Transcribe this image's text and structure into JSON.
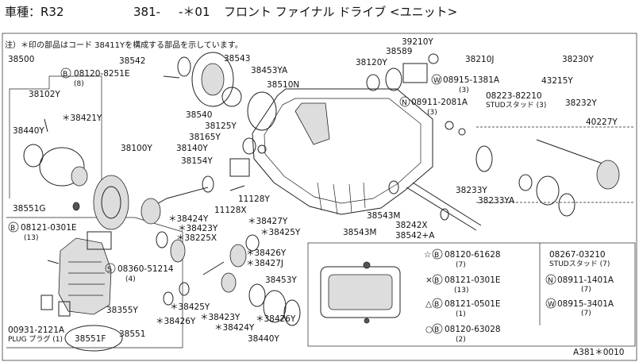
{
  "header": {
    "model_label": "車種：R32",
    "series": "381-",
    "variant": "-＊01",
    "assembly_title": "フロント ファイナル ドライブ <ユニット>"
  },
  "note": "注）＊印の部品はコード 38411Yを構成する部品を示しています。",
  "figure_code": "A381＊0010",
  "callouts": {
    "c38500": "38500",
    "c38542": "38542",
    "c38543": "38543",
    "c38453ya": "38453YA",
    "c08120_8251e": "08120-8251E",
    "c08120_8251e_qty": "(8)",
    "c38510n": "38510N",
    "c38540": "38540",
    "c38102y": "38102Y",
    "c38421y": "＊38421Y",
    "c38440y_a": "38440Y",
    "c38125y": "38125Y",
    "c38165y": "38165Y",
    "c38140y": "38140Y",
    "c38100y": "38100Y",
    "c38154y": "38154Y",
    "c11128y": "11128Y",
    "c11128x": "11128X",
    "c38551g": "38551G",
    "c38424y_a": "＊38424Y",
    "c38427y": "＊38427Y",
    "c38423y_a": "＊38423Y",
    "c38425y_a": "＊38425Y",
    "c38225x": "＊38225X",
    "c08121_0301e": "08121-0301E",
    "c08121_0301e_qty": "(13)",
    "c08360_51214": "08360-51214",
    "c08360_qty": "(4)",
    "c38426y_a": "＊38426Y",
    "c38427j": "＊38427J",
    "c38453y": "38453Y",
    "c38426y_b": "＊38426Y",
    "c38355y": "38355Y",
    "c38425y_b": "＊38425Y",
    "c38423y_b": "＊38423Y",
    "c38424y_b": "＊38424Y",
    "c38440y_b": "38440Y",
    "c00931": "00931-2121A",
    "c38551": "38551",
    "plug": "PLUG プラグ (1)",
    "c38551f": "38551F",
    "c38210y": "39210Y",
    "c38589": "38589",
    "c38210j": "38210J",
    "c38120y": "38120Y",
    "c08915_1381a": "08915-1381A",
    "c08915_1381a_qty": "(3)",
    "c08911_2081a": "08911-2081A",
    "c08911_2081a_qty": "(3)",
    "c08223_82210": "08223-82210",
    "stud3": "STUDスタッド (3)",
    "c38230y": "38230Y",
    "c43215y": "43215Y",
    "c38232y": "38232Y",
    "c40227y": "40227Y",
    "c38233y": "38233Y",
    "c38233ya": "38233YA",
    "c38543m_a": "38543M",
    "c38242x": "38242X",
    "c38543m_b": "38543M",
    "c38542a": "38542+A"
  },
  "legend": [
    {
      "symbol": "☆",
      "part": "08120-61628",
      "qty": "(7)"
    },
    {
      "symbol": "×",
      "part": "08121-0301E",
      "qty": "(13)"
    },
    {
      "symbol": "△",
      "part": "08121-0501E",
      "qty": "(1)"
    },
    {
      "symbol": "○",
      "part": "08120-63028",
      "qty": "(2)"
    }
  ],
  "legend_right": [
    {
      "part": "08267-03210",
      "sub": "STUDスタッド (7)"
    },
    {
      "symbol": "N",
      "part": "08911-1401A",
      "sub": "(7)"
    },
    {
      "symbol": "W",
      "part": "08915-3401A",
      "sub": "(7)"
    }
  ],
  "symbols": {
    "B": "B",
    "S": "S",
    "W": "W",
    "N": "N"
  }
}
